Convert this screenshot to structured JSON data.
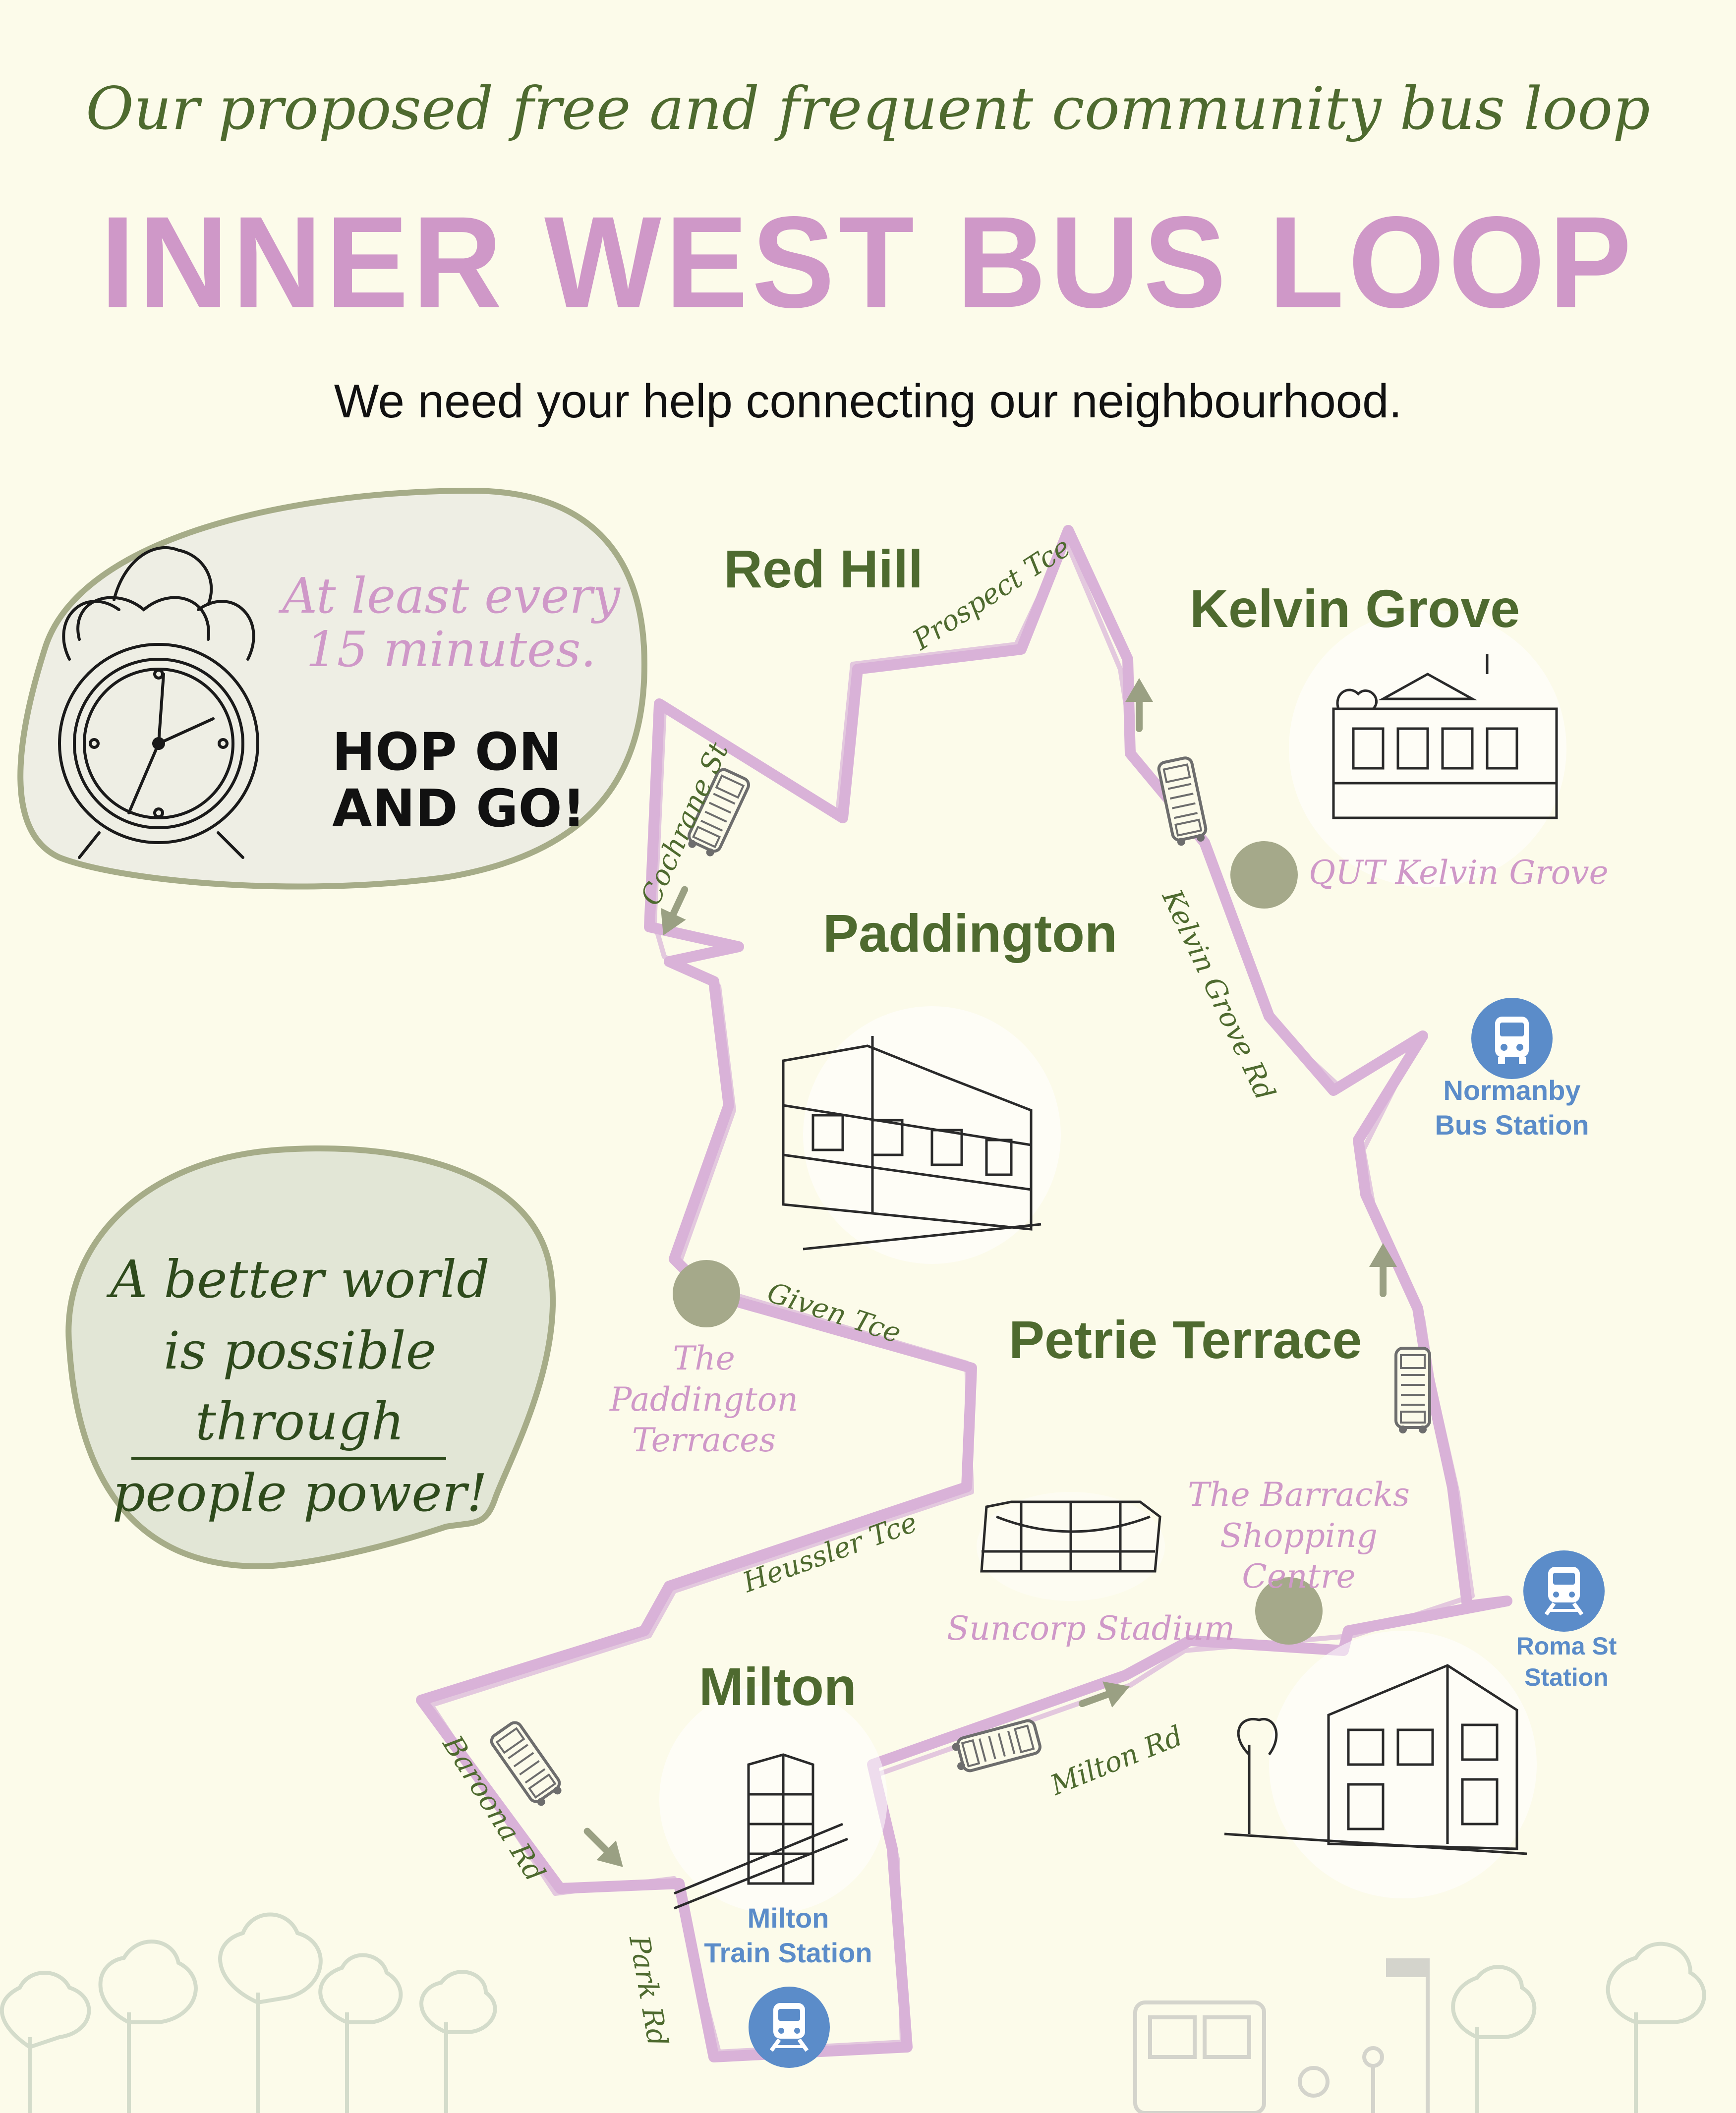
{
  "header": {
    "tagline": "Our proposed free and frequent community bus loop",
    "title": "INNER WEST BUS LOOP",
    "subtitle": "We need your help connecting our neighbourhood."
  },
  "frequency_bubble": {
    "line1": "At least every",
    "line2": "15 minutes.",
    "hop_line1": "HOP ON",
    "hop_line2": "AND GO!",
    "icon": "alarm-clock-icon"
  },
  "people_bubble": {
    "line1": "A better world",
    "line2": "is possible through",
    "emphasis": "people power",
    "exclaim": "!"
  },
  "suburbs": {
    "red_hill": "Red Hill",
    "kelvin_grove": "Kelvin Grove",
    "paddington": "Paddington",
    "petrie_terrace": "Petrie Terrace",
    "milton": "Milton"
  },
  "stops": {
    "qut": "QUT Kelvin Grove",
    "paddington_terraces_1": "The Paddington",
    "paddington_terraces_2": "Terraces",
    "barracks_1": "The Barracks",
    "barracks_2": "Shopping Centre",
    "suncorp": "Suncorp Stadium"
  },
  "streets": {
    "prospect": "Prospect Tce",
    "cochrane": "Cochrane St",
    "kelvin_grove_rd": "Kelvin Grove Rd",
    "given": "Given Tce",
    "heussler": "Heussler Tce",
    "baroona": "Baroona Rd",
    "milton_rd": "Milton Rd",
    "park": "Park Rd"
  },
  "stations": {
    "normanby_1": "Normanby",
    "normanby_2": "Bus Station",
    "roma_1": "Roma St",
    "roma_2": "Station",
    "milton_1": "Milton",
    "milton_2": "Train Station"
  },
  "icons": {
    "bus": "bus-icon",
    "train": "train-icon",
    "arrow": "direction-arrow-icon",
    "stop": "stop-marker-icon"
  },
  "colors": {
    "background": "#fcfbea",
    "green_text": "#4e6a2f",
    "pink": "#cf98c8",
    "route": "#d9b2d8",
    "station_blue": "#5b8cc9",
    "stop_grey": "#a5a98a",
    "bubble_fill_1": "#eeeee4",
    "bubble_fill_2": "#e2e6d6",
    "bubble_stroke": "#a6ac88",
    "sketch": "#2a2a2a",
    "trees": "#d4dccb"
  }
}
